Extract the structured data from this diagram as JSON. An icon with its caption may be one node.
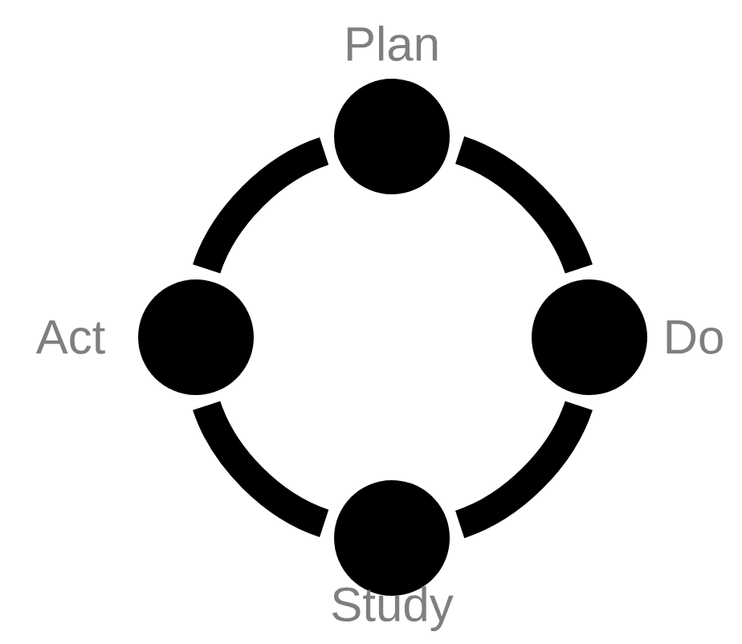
{
  "diagram": {
    "nodes": [
      {
        "text": [
          "Plan"
        ]
      },
      {
        "text": [
          "Act"
        ]
      },
      {
        "text": [
          "Do"
        ]
      },
      {
        "text": [
          "Study"
        ]
      }
    ],
    "edges": [
      {
        "from": 0,
        "to": 2,
        "arrow": "none"
      },
      {
        "from": 2,
        "to": 3,
        "arrow": "none"
      },
      {
        "from": 3,
        "to": 1,
        "arrow": "none"
      },
      {
        "from": 1,
        "to": 0,
        "arrow": "none"
      }
    ]
  }
}
